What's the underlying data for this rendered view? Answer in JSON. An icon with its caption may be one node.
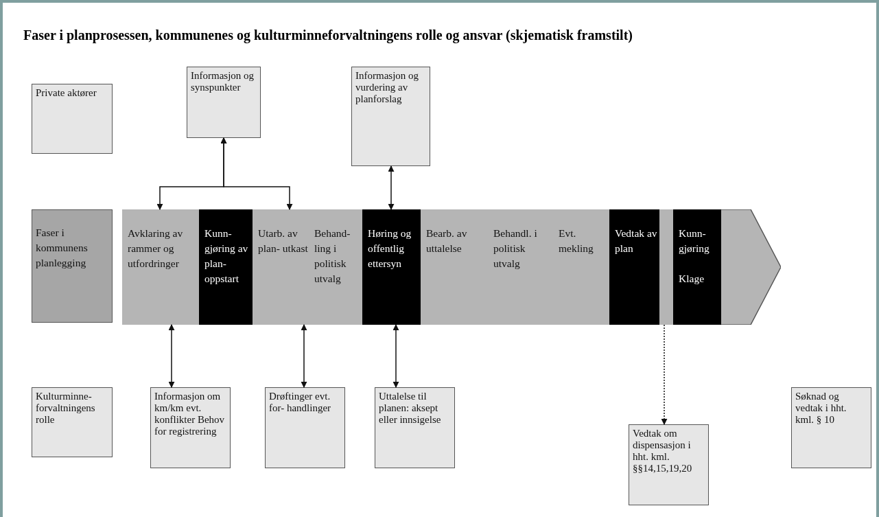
{
  "diagram": {
    "title": "Faser i planprosessen, kommunenes og kulturminneforvaltningens rolle og ansvar (skjematisk framstilt)",
    "nodes": [
      {
        "text": [
          "Private aktører"
        ]
      },
      {
        "text": [
          "Informasjon og synspunkter"
        ]
      },
      {
        "text": [
          "Informasjon og vurdering av planforslag"
        ]
      },
      {
        "text": [
          "Faser i kommunens planlegging"
        ]
      },
      {
        "text": [],
        "shape": "arrow"
      },
      {
        "text": [
          "Avklaring av rammer og utfordringer"
        ],
        "in": 4
      },
      {
        "text": [
          "Kunn- gjøring av plan- oppstart"
        ],
        "in": 4
      },
      {
        "text": [
          "Utarb. av plan- utkast"
        ],
        "in": 4
      },
      {
        "text": [
          "Behand- ling i politisk utvalg"
        ],
        "in": 4
      },
      {
        "text": [
          "Høring og offentlig ettersyn"
        ],
        "in": 4
      },
      {
        "text": [
          "Bearb. av uttalelse"
        ],
        "in": 4
      },
      {
        "text": [
          "Behandl. i politisk utvalg"
        ],
        "in": 4
      },
      {
        "text": [
          "Evt. mekling"
        ],
        "in": 4
      },
      {
        "text": [
          "Vedtak av plan"
        ],
        "in": 4
      },
      {
        "text": [],
        "shape": "bar",
        "in": 4
      },
      {
        "text": [
          "Kunn- gjøring",
          "Klage"
        ],
        "in": 4
      },
      {
        "text": [
          "Kulturminne- forvaltningens rolle"
        ]
      },
      {
        "text": [
          "Informasjon om km/km evt. konflikter Behov for registrering"
        ]
      },
      {
        "text": [
          "Drøftinger evt. for- handlinger"
        ]
      },
      {
        "text": [
          "Uttalelse til planen: aksept eller innsigelse"
        ]
      },
      {
        "text": [
          "Vedtak om dispensasjon i hht. kml. §§14,15,19,20"
        ]
      },
      {
        "text": [
          "Søknad og vedtak i hht. kml. § 10"
        ]
      }
    ],
    "edges": [
      {
        "from": 1,
        "to": 5,
        "arrow": "both"
      },
      {
        "from": 1,
        "to": 7,
        "arrow": "both"
      },
      {
        "from": 2,
        "to": 9,
        "arrow": "both"
      },
      {
        "from": 5,
        "to": 17,
        "arrow": "both"
      },
      {
        "from": 7,
        "to": 18,
        "arrow": "both"
      },
      {
        "from": 9,
        "to": 19,
        "arrow": "both"
      },
      {
        "from": 14,
        "to": 20,
        "arrow": "to",
        "style": "dashed"
      }
    ]
  }
}
